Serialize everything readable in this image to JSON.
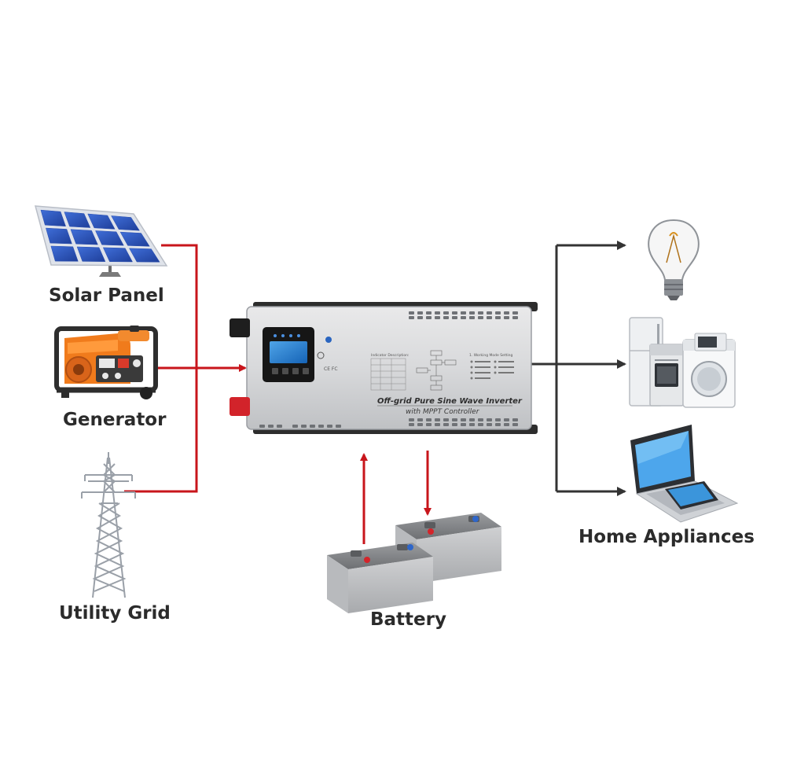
{
  "labels": {
    "solar_panel": "Solar Panel",
    "generator": "Generator",
    "utility_grid": "Utility Grid",
    "battery": "Battery",
    "home_appliances": "Home Appliances"
  },
  "inverter": {
    "product_line1": "Off-grid Pure Sine Wave Inverter",
    "product_line2": "with MPPT Controller",
    "indicator_title": "Indicator Description:",
    "mode_title": "1. Working Mode Setting",
    "ce_fc": "CE FC"
  },
  "colors": {
    "input_line": "#c8151b",
    "output_line": "#333333",
    "battery_line": "#c8151b"
  }
}
